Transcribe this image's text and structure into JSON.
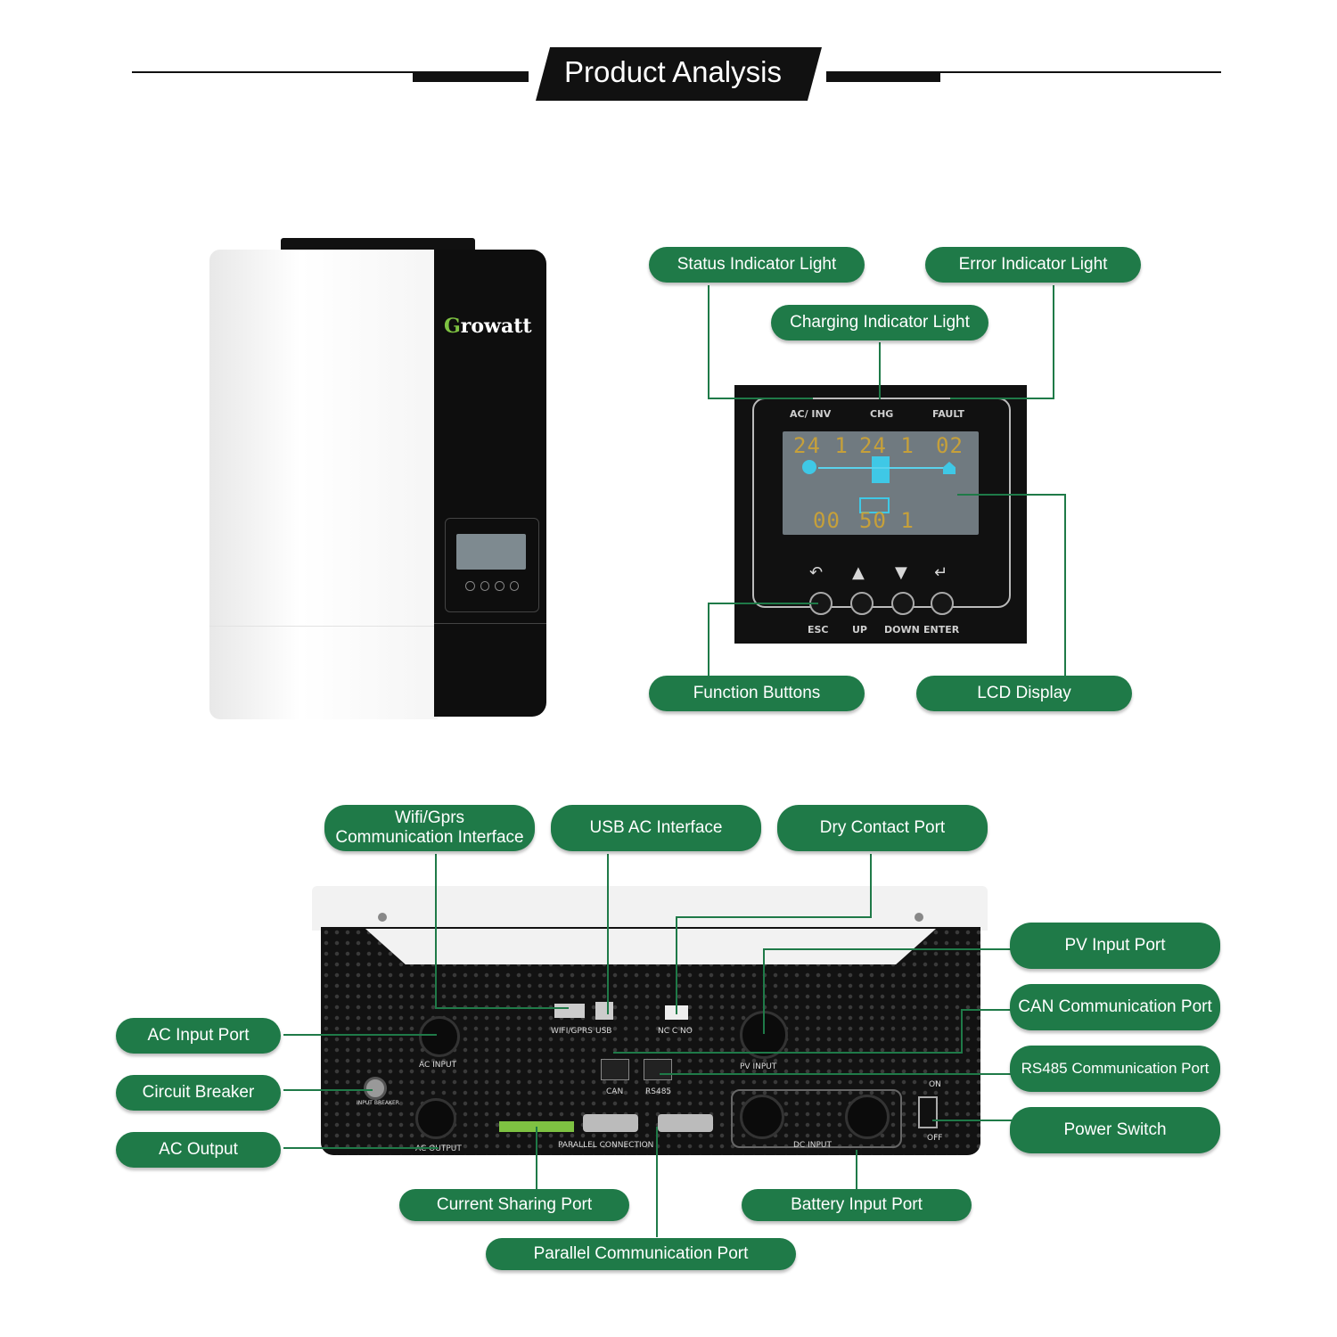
{
  "header": {
    "title": "Product Analysis"
  },
  "brand": {
    "logo_text": "Growatt"
  },
  "front_panel": {
    "indicators": {
      "ac_inv": "AC/ INV",
      "chg": "CHG",
      "fault": "FAULT"
    },
    "lcd_values": {
      "top_left": "24 1",
      "top_mid": "24 1",
      "top_right": "02",
      "bottom_left": "00",
      "bottom_mid": "50 1"
    },
    "buttons": {
      "esc": "ESC",
      "up": "UP",
      "down": "DOWN",
      "enter": "ENTER"
    }
  },
  "callouts": {
    "status_indicator": "Status Indicator Light",
    "error_indicator": "Error Indicator Light",
    "charging_indicator": "Charging Indicator Light",
    "function_buttons": "Function Buttons",
    "lcd_display": "LCD Display",
    "wifi_line1": "Wifi/Gprs",
    "wifi_line2": "Communication Interface",
    "usb_ac": "USB AC Interface",
    "dry_contact": "Dry Contact Port",
    "pv_input": "PV Input Port",
    "can_port": "CAN Communication Port",
    "rs485_port": "RS485 Communication Port",
    "power_switch": "Power Switch",
    "ac_input": "AC Input Port",
    "circuit_breaker": "Circuit Breaker",
    "ac_output": "AC Output",
    "current_sharing": "Current Sharing Port",
    "battery_input": "Battery Input Port",
    "parallel_comm": "Parallel Communication Port"
  },
  "bottom_labels": {
    "wifi_gprs": "WIFI/GPRS",
    "usb": "USB",
    "nc_c_no": "NC  C  NO",
    "ac_input": "AC  INPUT",
    "pv_input": "PV  INPUT",
    "can": "CAN",
    "rs485": "RS485",
    "input_breaker": "INPUT BREAKER",
    "ac_output": "AC  OUTPUT",
    "parallel": "PARALLEL  CONNECTION",
    "dc_input": "DC  INPUT",
    "on": "ON",
    "off": "OFF"
  },
  "colors": {
    "callout_green": "#1f7a48",
    "panel_black": "#111111",
    "lcd_gold": "#c6a03a",
    "lcd_cyan": "#3fc8e6"
  }
}
